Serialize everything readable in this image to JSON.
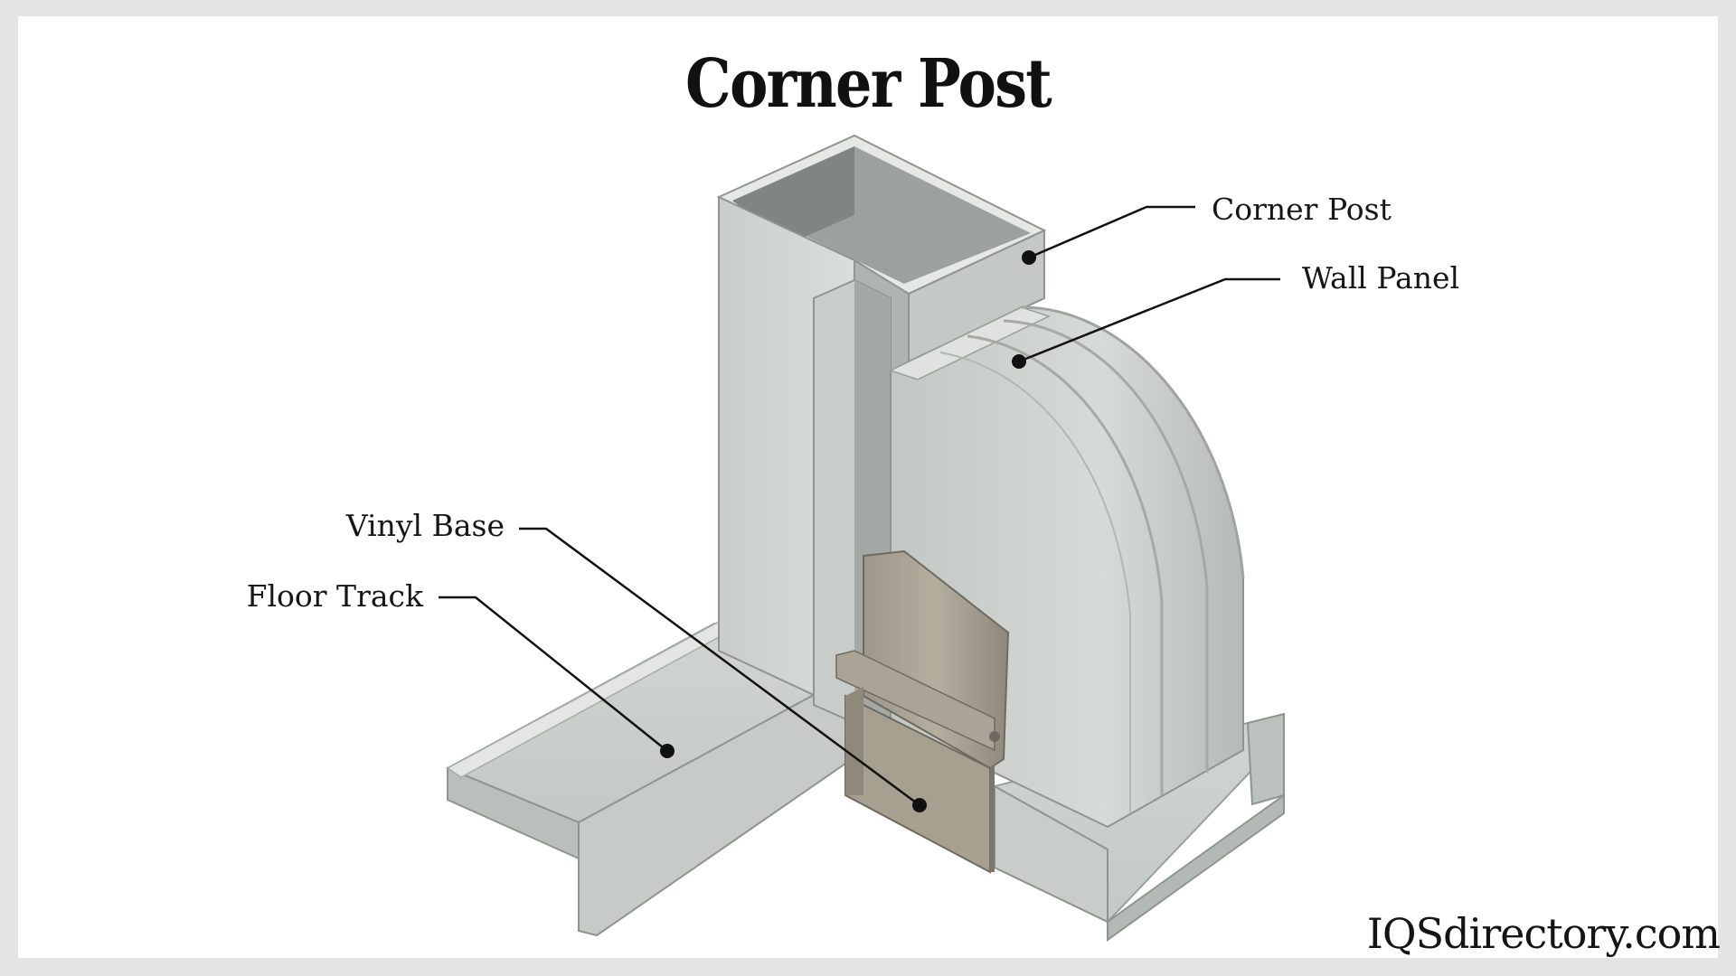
{
  "title": "Corner Post",
  "labels": {
    "corner_post": "Corner Post",
    "wall_panel": "Wall Panel",
    "vinyl_base": "Vinyl Base",
    "floor_track": "Floor Track"
  },
  "watermark": "IQSdirectory.com",
  "colors": {
    "background": "#ffffff",
    "border": "#e4e4e4",
    "metal_light": "#d6dad8",
    "metal_mid": "#bcc2bf",
    "metal_dark": "#8f9693",
    "vinyl": "#a09a8c",
    "text": "#111111"
  }
}
